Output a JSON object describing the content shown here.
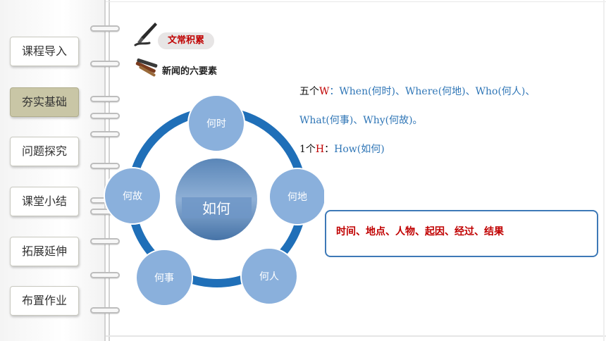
{
  "sidebar": {
    "items": [
      {
        "label": "课程导入",
        "active": false
      },
      {
        "label": "夯实基础",
        "active": true
      },
      {
        "label": "问题探究",
        "active": false
      },
      {
        "label": "课堂小结",
        "active": false
      },
      {
        "label": "拓展延伸",
        "active": false
      },
      {
        "label": "布置作业",
        "active": false
      }
    ]
  },
  "header": {
    "section_tag": "文常积累",
    "subtitle": "新闻的六要素"
  },
  "diagram": {
    "center_label": "如何",
    "nodes": [
      "何时",
      "何地",
      "何人",
      "何事",
      "何故"
    ]
  },
  "content": {
    "line1": {
      "prefix": "五个",
      "key": "W",
      "text": "：When(何时)、Where(何地)、Who(何人)、"
    },
    "line2": {
      "text": "What(何事)、Why(何故)。"
    },
    "line3": {
      "prefix": "1个",
      "key": "H",
      "sep": "：",
      "text": "How(如何)"
    },
    "summary": "时间、地点、人物、起因、经过、结果"
  },
  "colors": {
    "accent_red": "#c00000",
    "accent_blue": "#2e75b6",
    "active_tab": "#c9c6a6"
  }
}
